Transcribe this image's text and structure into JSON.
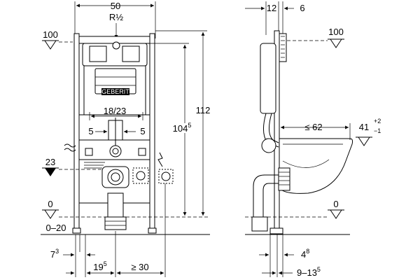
{
  "front_view": {
    "width_label": "50",
    "connection_label": "R½",
    "height_label": "112",
    "height_inner_main": "104",
    "height_inner_sup": "5",
    "spacing_label": "18/23",
    "offset_left": "5",
    "offset_right": "5",
    "level_top": "100",
    "level_mid": "23",
    "level_floor": "0",
    "level_range": "0–20",
    "bottom_left_main": "7",
    "bottom_left_sup": "3",
    "bottom_mid_main": "19",
    "bottom_mid_sup": "5",
    "bottom_right": "≥ 30",
    "brand_label": "GEBERIT"
  },
  "side_view": {
    "top_left": "12",
    "top_right": "6",
    "level_top": "100",
    "depth_label": "≤ 62",
    "height_main": "41",
    "height_tol_plus": "+2",
    "height_tol_minus": "−1",
    "level_floor": "0",
    "bottom_top_main": "4",
    "bottom_top_sup": "8",
    "bottom_range_main": "9–13",
    "bottom_range_sup": "5"
  }
}
